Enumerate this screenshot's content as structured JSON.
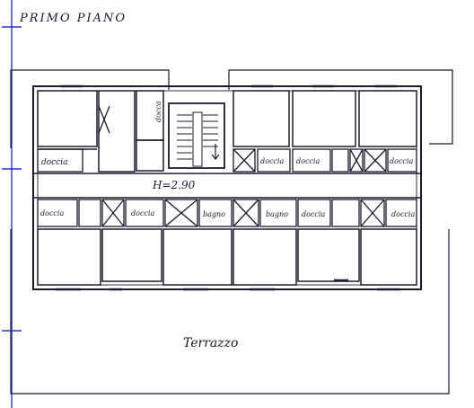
{
  "title": "PRIMO PIANO",
  "ceiling_height": "H=2.90",
  "terrace_label": "Terrazzo",
  "room_labels": {
    "doccia": "doccia",
    "docca": "docca",
    "bagno": "bagno"
  },
  "colors": {
    "ink": "#1a1a2e",
    "border": "#2b35c7",
    "paper": "#ffffff"
  }
}
